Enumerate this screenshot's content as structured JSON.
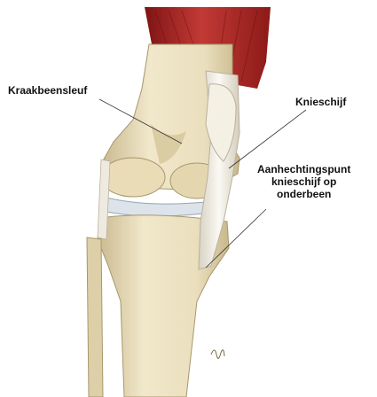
{
  "labels": {
    "trochlear_groove": "Kraakbeensleuf",
    "patella": "Knieschijf",
    "attachment_line1": "Aanhechtingspunt",
    "attachment_line2": "knieschijf op",
    "attachment_line3": "onderbeen"
  },
  "colors": {
    "muscle": "#b52a2a",
    "muscle_dark": "#7e1414",
    "bone": "#ece2c2",
    "bone_shade": "#cdbf98",
    "tendon": "#f3efe6",
    "cartilage": "#dce3ea",
    "leader_line": "#333333"
  }
}
